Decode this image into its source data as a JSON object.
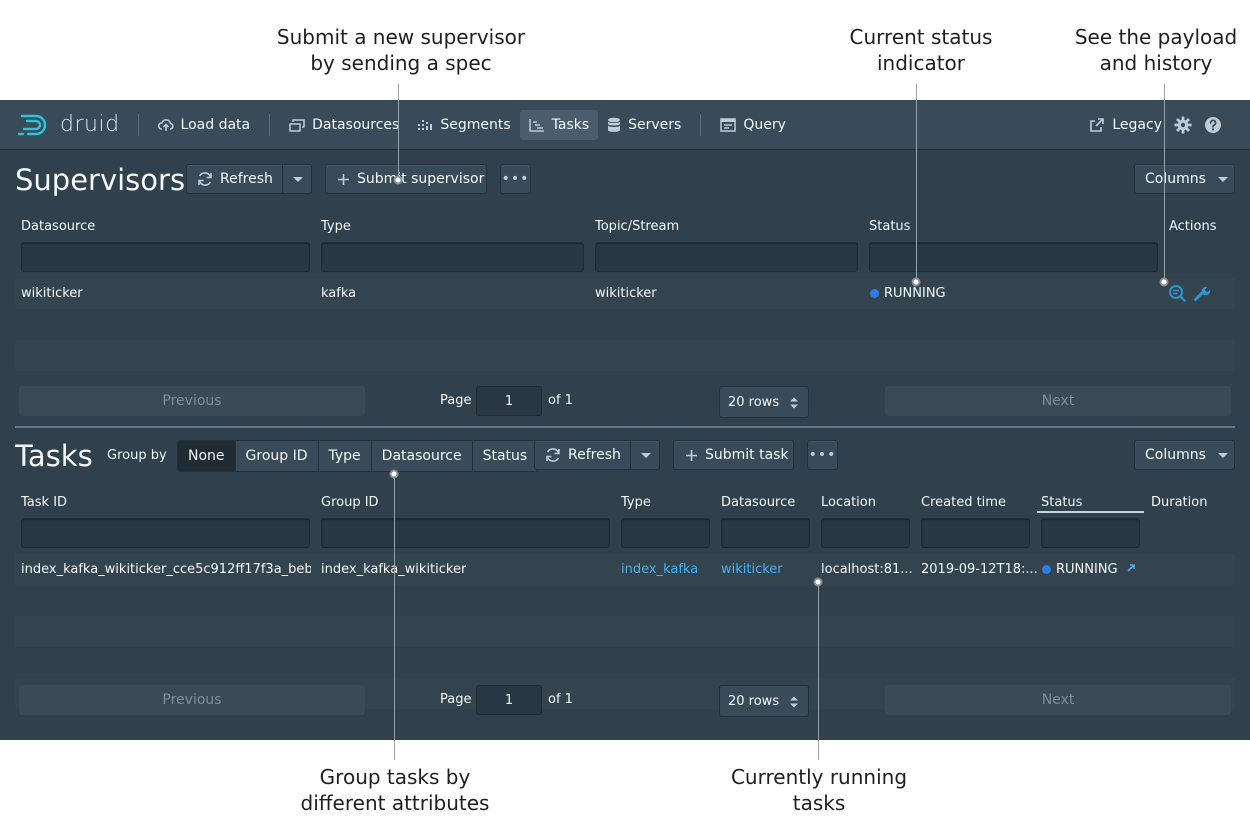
{
  "callouts": {
    "submit_supervisor": [
      "Submit a new supervisor",
      "by sending a spec"
    ],
    "current_status": [
      "Current status",
      "indicator"
    ],
    "payload_history": [
      "See the payload",
      "and history"
    ],
    "group_tasks": [
      "Group tasks by",
      "different attributes"
    ],
    "running_tasks": [
      "Currently running",
      "tasks"
    ]
  },
  "navbar": {
    "logo": "druid",
    "items": [
      {
        "label": "Load data",
        "icon": "cloud-upload-icon"
      },
      {
        "label": "Datasources",
        "icon": "multi-select-icon"
      },
      {
        "label": "Segments",
        "icon": "stacked-chart-icon"
      },
      {
        "label": "Tasks",
        "icon": "gantt-chart-icon",
        "active": true
      },
      {
        "label": "Servers",
        "icon": "database-icon"
      },
      {
        "label": "Query",
        "icon": "application-icon"
      }
    ],
    "legacy": "Legacy"
  },
  "supervisors": {
    "title": "Supervisors",
    "refresh": "Refresh",
    "submit": "Submit supervisor",
    "columns": "Columns",
    "headers": [
      "Datasource",
      "Type",
      "Topic/Stream",
      "Status",
      "Actions"
    ],
    "rows": [
      {
        "datasource": "wikiticker",
        "type": "kafka",
        "topic": "wikiticker",
        "status": "RUNNING"
      }
    ],
    "pagination": {
      "previous": "Previous",
      "page_label": "Page",
      "page": "1",
      "of": "of 1",
      "rows": "20 rows",
      "next": "Next"
    }
  },
  "tasks": {
    "title": "Tasks",
    "group_by_label": "Group by",
    "group_options": [
      "None",
      "Group ID",
      "Type",
      "Datasource",
      "Status"
    ],
    "refresh": "Refresh",
    "submit": "Submit task",
    "columns": "Columns",
    "headers": [
      "Task ID",
      "Group ID",
      "Type",
      "Datasource",
      "Location",
      "Created time",
      "Status",
      "Duration"
    ],
    "rows": [
      {
        "task_id": "index_kafka_wikiticker_cce5c912ff17f3a_beb...",
        "group_id": "index_kafka_wikiticker",
        "type": "index_kafka",
        "datasource": "wikiticker",
        "location": "localhost:81...",
        "created": "2019-09-12T18:...",
        "status": "RUNNING",
        "duration": ""
      }
    ],
    "pagination": {
      "previous": "Previous",
      "page_label": "Page",
      "page": "1",
      "of": "of 1",
      "rows": "20 rows",
      "next": "Next"
    }
  },
  "colors": {
    "status_running": "#2b7de9",
    "link": "#48aff0",
    "navbar": "#394b59",
    "background": "#30404d"
  }
}
